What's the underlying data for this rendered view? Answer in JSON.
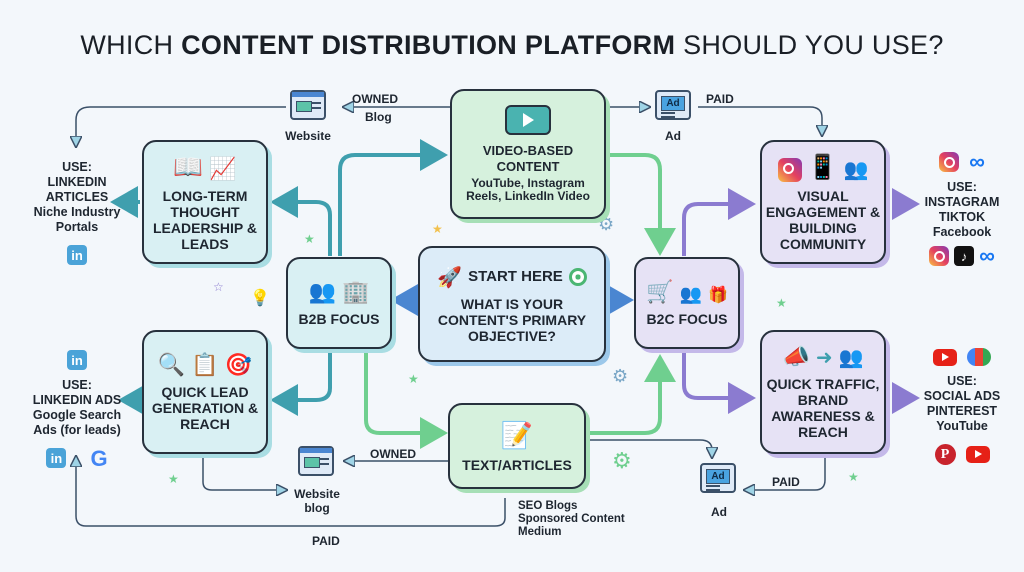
{
  "title": {
    "part1": "WHICH ",
    "part2": "CONTENT DISTRIBUTION PLATFORM",
    "part3": " SHOULD YOU USE?"
  },
  "start": {
    "heading": "START HERE",
    "question": "WHAT IS YOUR CONTENT'S PRIMARY OBJECTIVE?",
    "icons": [
      "rocket-icon",
      "target-icon"
    ]
  },
  "b2b": {
    "label": "B2B FOCUS",
    "icons": [
      "team-icon",
      "building-icon"
    ]
  },
  "b2c": {
    "label": "B2C FOCUS",
    "icons": [
      "shopping-cart-icon",
      "people-icon",
      "gift-icon"
    ]
  },
  "video": {
    "title": "VIDEO-BASED CONTENT",
    "platforms": "YouTube, Instagram Reels, LinkedIn Video",
    "icon": "play-icon"
  },
  "text": {
    "title": "TEXT/ARTICLES",
    "icon": "document-pen-icon",
    "platforms": [
      "SEO Blogs",
      "Sponsored Content",
      "Medium"
    ]
  },
  "longterm": {
    "title": "LONG-TERM THOUGHT LEADERSHIP & LEADS",
    "icons": [
      "book-icon",
      "growth-chart-icon"
    ]
  },
  "quicklead": {
    "title": "QUICK LEAD GENERATION & REACH",
    "icons": [
      "magnifier-icon",
      "form-icon",
      "target-icon"
    ]
  },
  "visual": {
    "title": "VISUAL ENGAGEMENT & BUILDING COMMUNITY",
    "icons": [
      "instagram-icon",
      "phone-icon",
      "network-icon"
    ]
  },
  "quicktraffic": {
    "title": "QUICK TRAFFIC, BRAND AWARENESS & REACH",
    "icons": [
      "megaphone-icon",
      "arrow-icon",
      "audience-icon"
    ]
  },
  "labels": {
    "owned_top": "OWNED",
    "blog_top": "Blog",
    "website_top": "Website",
    "paid_top": "PAID",
    "ad_top": "Ad",
    "owned_bottom": "OWNED",
    "website_bottom": "Website blog",
    "paid_bottom": "PAID",
    "paid_right": "PAID",
    "ad_bottom": "Ad",
    "ad_glyph": "Ad"
  },
  "use": {
    "longterm": {
      "head": "USE:",
      "lines": [
        "LINKEDIN",
        "ARTICLES",
        "Niche Industry",
        "Portals"
      ],
      "brands": [
        "linkedin"
      ]
    },
    "quicklead": {
      "head": "USE:",
      "lines": [
        "LINKEDIN ADS",
        "Google Search",
        "Ads (for leads)"
      ],
      "brands": [
        "linkedin",
        "google"
      ]
    },
    "visual": {
      "head": "USE:",
      "lines": [
        "INSTAGRAM",
        "TIKTOK",
        "Facebook"
      ],
      "brands": [
        "instagram",
        "meta",
        "tiktok"
      ]
    },
    "quicktraffic": {
      "head": "USE:",
      "lines": [
        "SOCIAL ADS",
        "PINTEREST",
        "YouTube"
      ],
      "brands": [
        "youtube",
        "google-ads",
        "pinterest"
      ]
    }
  },
  "brand_glyphs": {
    "linkedin": "in",
    "tiktok": "♪",
    "meta": "∞",
    "pinterest": "P",
    "google": "G"
  },
  "colors": {
    "teal": "#3f9fae",
    "green": "#6fcf8f",
    "purple": "#8b7bd0",
    "dark": "#3b5068"
  }
}
